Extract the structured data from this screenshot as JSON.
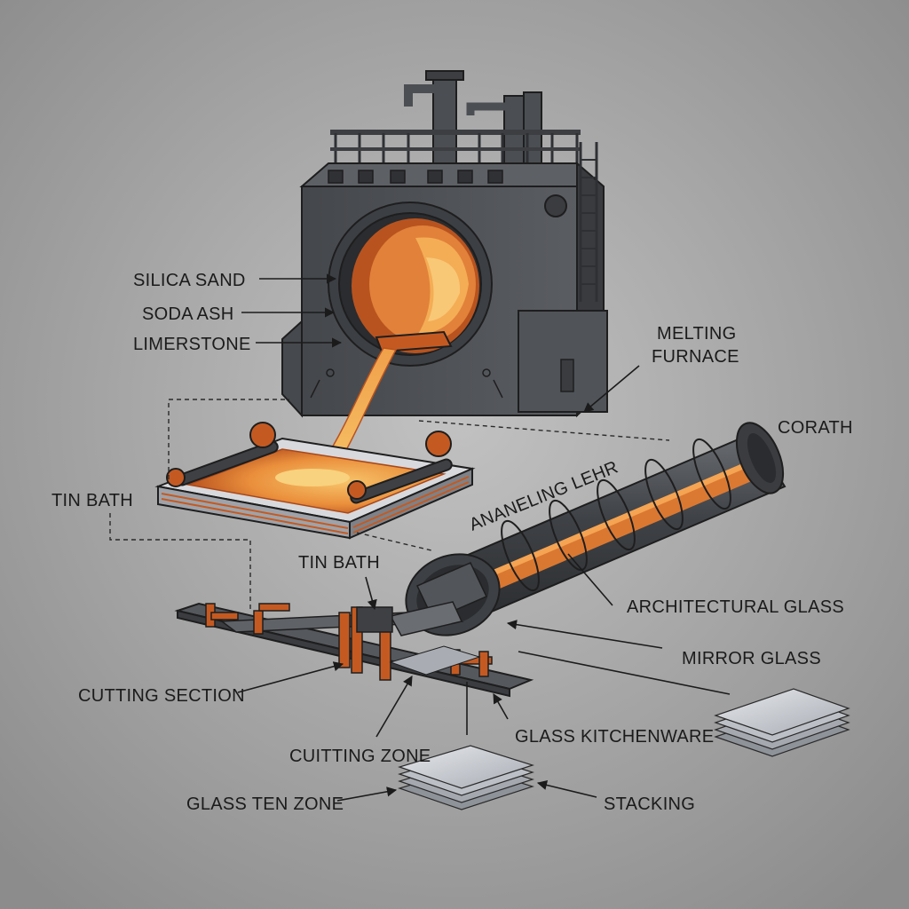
{
  "diagram": {
    "labels": {
      "silica_sand": "SILICA SAND",
      "soda_ash": "SODA ASH",
      "limestone": "LIMERSTONE",
      "melting_furnace_line1": "MELTING",
      "melting_furnace_line2": "FURNACE",
      "corath": "CORATH",
      "tin_bath_left": "TIN BATH",
      "annealing_lehr": "ANANELING LEHR",
      "tin_bath_center": "TIN BATH",
      "architectural_glass": "ARCHITECTURAL GLASS",
      "mirror_glass": "MIRROR GLASS",
      "cutting_section": "CUTTING SECTION",
      "glass_kitchenware": "GLASS KITCHENWARE",
      "cutting_zone": "CUITTING ZONE",
      "glass_ten_zone": "GLASS TEN ZONE",
      "stacking": "STACKING"
    },
    "colors": {
      "background": "#a9a9a9",
      "steel_dark": "#4a4c50",
      "steel_mid": "#5c5f64",
      "molten_orange": "#e9873a",
      "molten_glow": "#f6b451",
      "copper": "#c45a22",
      "label_ink": "#1b1b1b"
    }
  }
}
